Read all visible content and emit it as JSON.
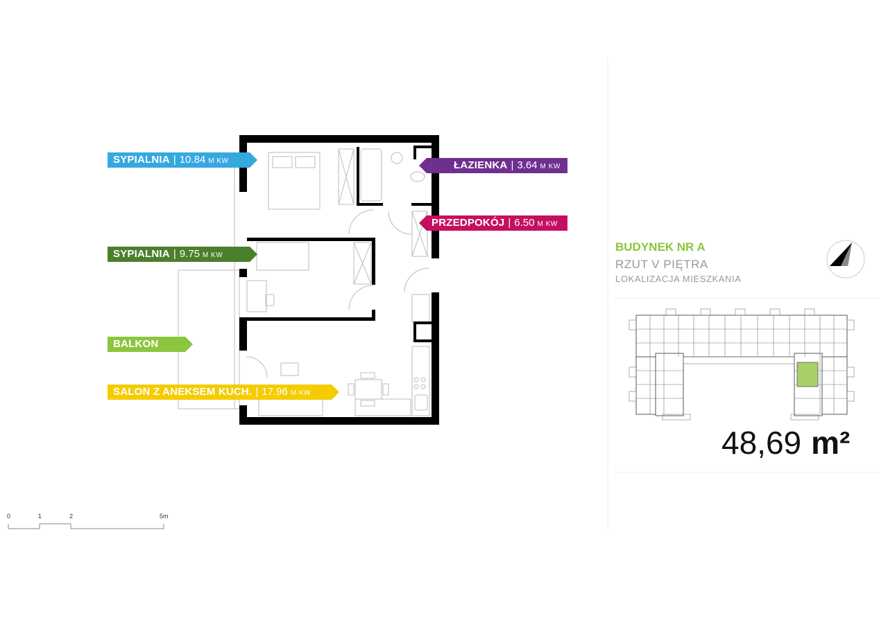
{
  "rooms": [
    {
      "name": "SYPIALNIA",
      "area": "10.84",
      "unit": "M KW",
      "color": "#36a8e0"
    },
    {
      "name": "ŁAZIENKA",
      "area": "3.64",
      "unit": "M KW",
      "color": "#6e2f8f"
    },
    {
      "name": "PRZEDPOKÓJ",
      "area": "6.50",
      "unit": "M KW",
      "color": "#c5105f"
    },
    {
      "name": "SYPIALNIA",
      "area": "9.75",
      "unit": "M KW",
      "color": "#4b7f2c"
    },
    {
      "name": "BALKON",
      "area": "",
      "unit": "",
      "color": "#8cc53e"
    },
    {
      "name": "SALON Z ANEKSEM KUCH.",
      "area": "17.96",
      "unit": "M KW",
      "color": "#f4cc00"
    }
  ],
  "building": {
    "title": "BUDYNEK NR A",
    "subtitle": "RZUT V PIĘTRA",
    "caption": "LOKALIZACJA MIESZKANIA",
    "title_color": "#8cc53e",
    "highlight_color": "#a8cf6a"
  },
  "total_area": {
    "value": "48,69",
    "unit": "m²"
  },
  "scale": {
    "labels": [
      "0",
      "1",
      "2",
      "5m"
    ]
  },
  "icons": {
    "compass": "north-arrow-icon"
  }
}
